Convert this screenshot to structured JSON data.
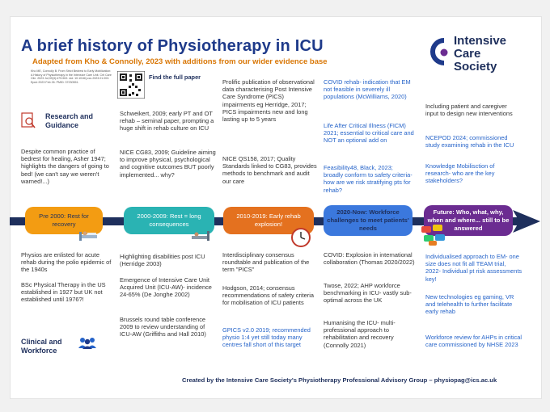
{
  "title": "A brief history of Physiotherapy  in ICU",
  "subtitle": "Adapted from Kho & Connolly, 2023 with additions from our wider evidence base",
  "logo": "Intensive\nCare\nSociety",
  "reference": "Kho ME, Connolly B. From Strict Bedrest to Early Mobilization: A History of Physiotherapy in the Intensive Care Unit. Crit Care Clin. 2023 Jul;39(3):479-502. doi: 10.1016/j.ccc.2023.01.003. Epub 2023 Feb 26. PMID: 37230551.",
  "qr_label": "Find the full paper",
  "research_heading": "Research and\nGuidance",
  "clinical_heading": "Clinical and\nWorkforce",
  "colors": {
    "navy": "#1e2f5c",
    "orange": "#f39c12",
    "teal": "#2ab3b3",
    "darkorange": "#e4711f",
    "blue": "#2563c9",
    "purple": "#6b2c91"
  },
  "eras": [
    {
      "label": "Pre 2000: Rest for recovery",
      "color": "#f39c12",
      "text_color": "#1e2f5c"
    },
    {
      "label": "2000-2009: Rest = long consequences",
      "color": "#2ab3b3",
      "text_color": "#ffffff"
    },
    {
      "label": "2010-2019: Early rehab explosion!",
      "color": "#e4711f",
      "text_color": "#ffffff"
    },
    {
      "label": "2020-Now: Workforce challenges to meet patients' needs",
      "color": "#3b78dd",
      "text_color": "#1e2f5c"
    },
    {
      "label": "Future: Who, what, why, when and where... still to be answered",
      "color": "#6b2c91",
      "text_color": "#ffffff"
    }
  ],
  "col1_top": "Despite common practice of bedrest for healing, Asher 1947; highlights the dangers of going to bed! (we can't say we weren't warned!...)",
  "col1_bottom": [
    "Physios are enlisted for acute rehab during the polio epidemic of the 1940s",
    "BSc Physical Therapy in the US established in 1927 but UK not established until 1976?!"
  ],
  "col2_top": [
    "Schweikert, 2009; early PT and OT rehab – seminal paper, prompting a huge shift in rehab culture on ICU",
    "NICE CG83, 2009; Guideline aiming to improve physical, psychological and cognitive outcomes BUT poorly implemented... why?"
  ],
  "col2_bottom": [
    "Highlighting disabilities post ICU (Herridge 2003)",
    "Emergence of Intensive Care Unit Acquired Unit (ICU-AW)- incidence 24-65% (De Jonghe 2002)",
    "Brussels round table conference 2009 to review understanding of ICU-AW (Griffiths and Hall 2010)"
  ],
  "col3_top": [
    "Prolific publication of observational data characterising Post Intensive Care Syndrome (PICS) impairments eg Herridge, 2017; PICS impairments new and long lasting up to 5 years",
    "NICE QS158, 2017; Quality Standards linked to CG83, provides methods to benchmark and audit our care"
  ],
  "col3_bottom": [
    "Interdisciplinary consensus roundtable and publication of the term \"PICS\"",
    "Hodgson, 2014; consensus recommendations of safety criteria for mobilisation of ICU patients",
    "GPICS v2.0 2019; recommended physio 1:4 yet still today many centres fall short of this target"
  ],
  "col4_top": [
    "COVID rehab- indication that EM not feasible in severely ill populations (McWilliams, 2020)",
    "Life After Critical Illness (FICM) 2021; essential to critical care and NOT an optional add on",
    "Feasibility48, Black, 2023; broadly conform to safety criteria- how are we risk stratifying pts for rehab?"
  ],
  "col4_bottom": [
    "COVID: Explosion in international collaboration (Thomas 2020/2022)",
    "Twose, 2022; AHP workforce benchmarking in ICU- vastly sub-optimal across the UK",
    "Humanising the ICU- multi-professional approach to rehabilitation and recovery (Connolly 2021)"
  ],
  "col5_top": [
    "Including patient and caregiver input to design new interventions",
    "NCEPOD 2024; commissioned study examining rehab in the ICU",
    "Knowledge Mobilisction of research- who are the key stakeholders?"
  ],
  "col5_bottom": [
    "Individualised approach to EM- one size does not fit all TEAM trial, 2022- Individual pt risk assessments key!",
    "New technologies eg gaming, VR and telehealth to further facilitate early rehab",
    "Workforce review for AHPs in critical care commissioned by NHSE 2023"
  ],
  "footer": "Created by the Intensive Care Society's Physiotherapy Professional Advisory Group – physiopag@ics.ac.uk",
  "icons": [
    "research-icon",
    "qr-code",
    "bed-icon",
    "clock-icon",
    "gaming-icon",
    "workforce-icon",
    "ics-logo-mark",
    "arrow-head"
  ]
}
